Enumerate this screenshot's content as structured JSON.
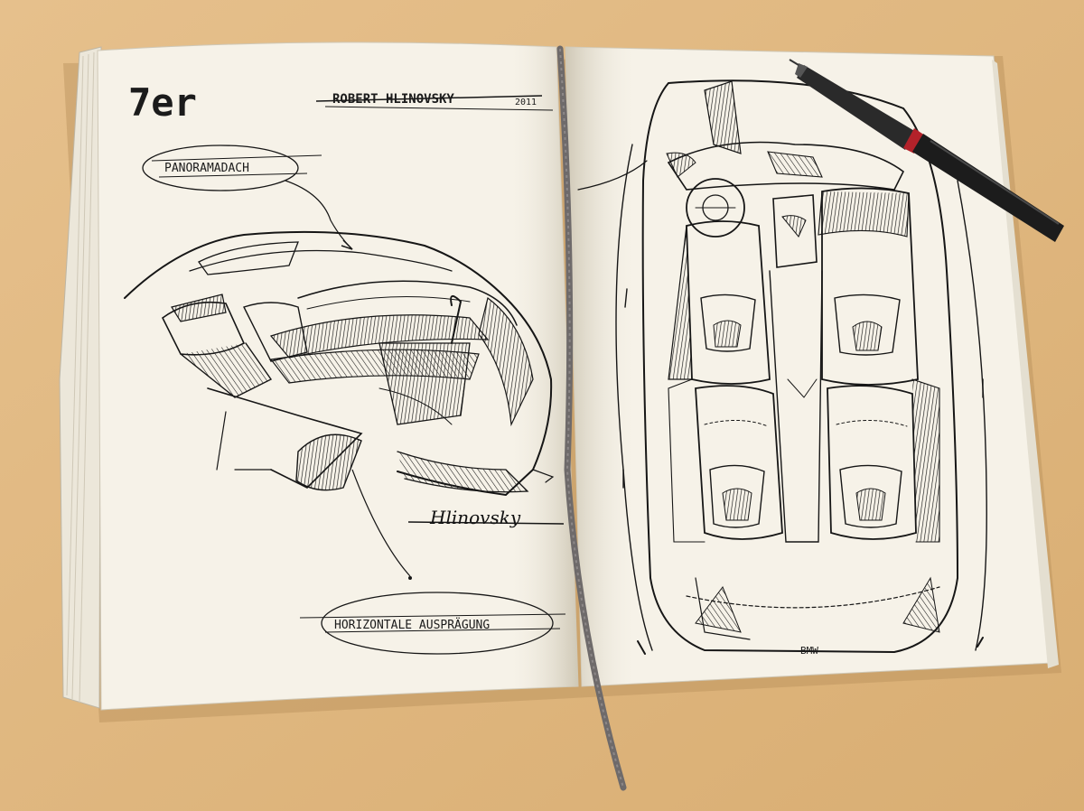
{
  "scene": {
    "desk_color": "#e0b982",
    "paper_color": "#f5f1e6",
    "ink_color": "#161616",
    "ribbon_color": "#6e6a6a",
    "pen": {
      "body_color": "#1c1c1c",
      "band_color": "#b3222a",
      "icon": "technical-pen-icon"
    }
  },
  "left_page": {
    "model_title": "7er",
    "author": "ROBERT HLINOVSKY",
    "year": "2011",
    "label_top": "PANORAMADACH",
    "label_bottom": "HORIZONTALE AUSPRÄGUNG",
    "signature": "Hlinovsky"
  },
  "right_page": {
    "brand": "BMW"
  }
}
